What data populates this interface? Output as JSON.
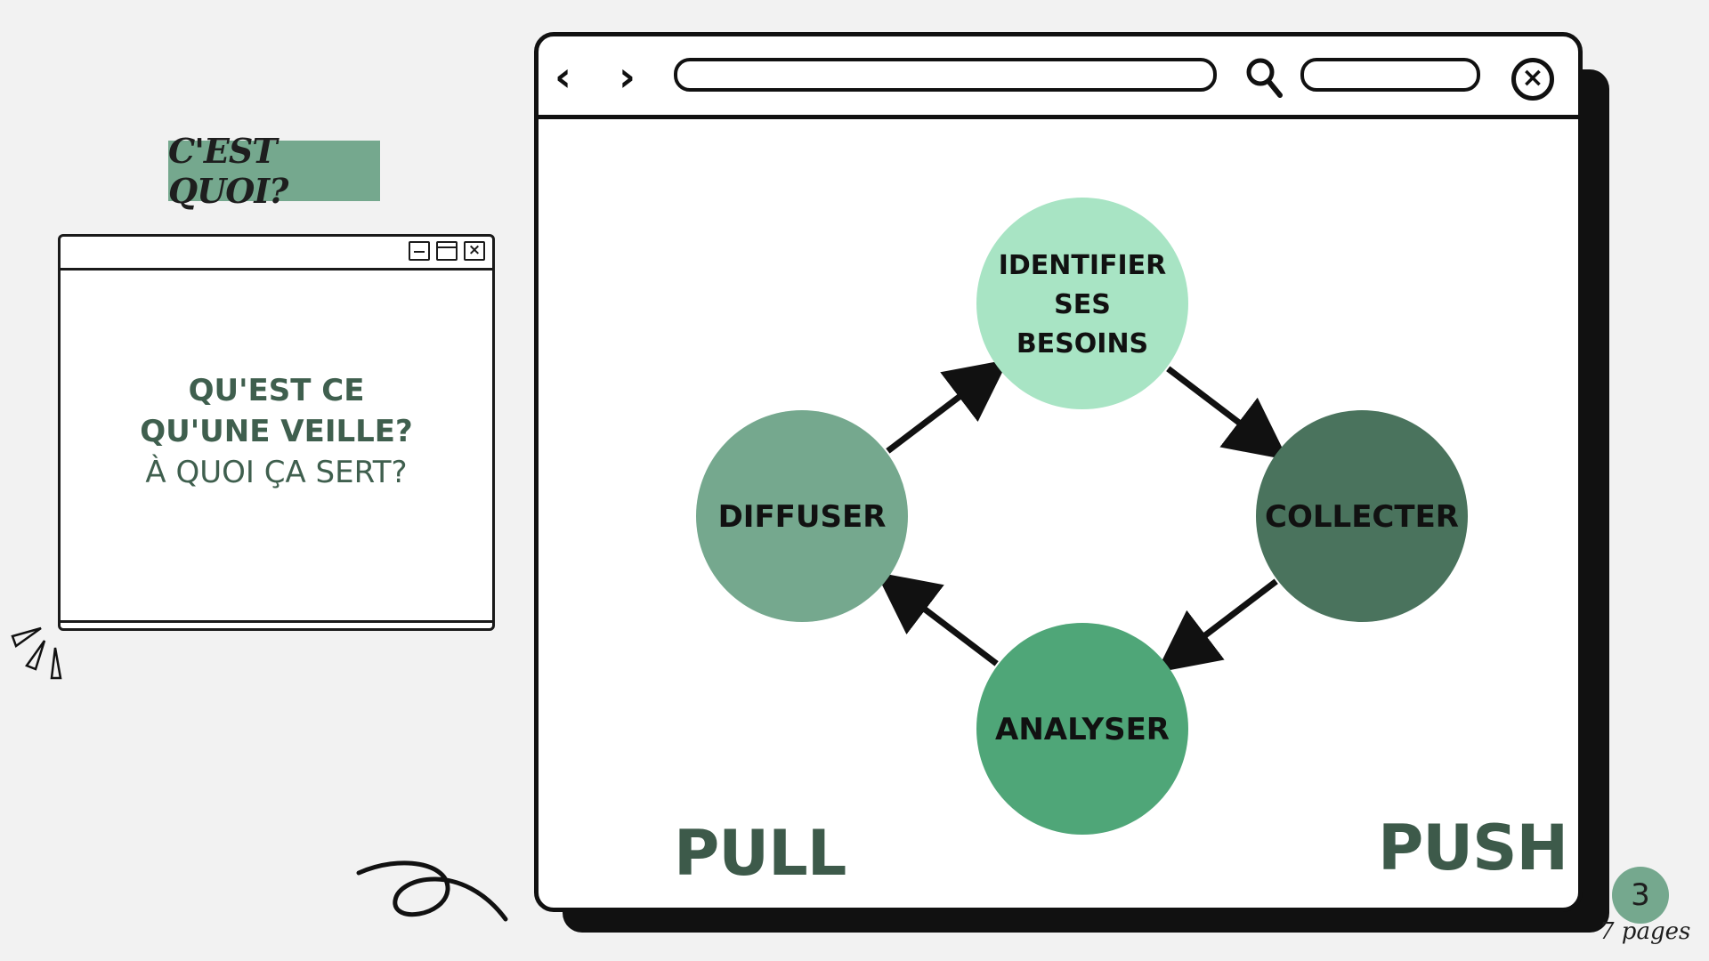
{
  "tag": {
    "label": "C'EST QUOI?"
  },
  "info_window": {
    "line1": "QU'EST CE",
    "line2": "QU'UNE VEILLE?",
    "line3": "À QUOI ÇA SERT?"
  },
  "browser": {
    "back_icon": "chevron-left-icon",
    "forward_icon": "chevron-right-icon",
    "search_icon": "search-icon",
    "close_icon": "close-circle-icon"
  },
  "cycle": {
    "nodes": [
      {
        "id": "identifier",
        "lines": [
          "IDENTIFIER",
          "SES",
          "BESOINS"
        ],
        "color": "#a8e4c4"
      },
      {
        "id": "collecter",
        "lines": [
          "COLLECTER"
        ],
        "color": "#4a735d"
      },
      {
        "id": "analyser",
        "lines": [
          "ANALYSER"
        ],
        "color": "#4fa678"
      },
      {
        "id": "diffuser",
        "lines": [
          "DIFFUSER"
        ],
        "color": "#75a88e"
      }
    ],
    "flow": [
      "identifier",
      "collecter",
      "analyser",
      "diffuser",
      "identifier"
    ]
  },
  "labels": {
    "pull": "PULL",
    "push": "PUSH"
  },
  "pagination": {
    "page": "3",
    "total_note": "7 pages"
  },
  "colors": {
    "dark_green": "#3d5a4a",
    "tag_green": "#75a88e",
    "background": "#f2f2f2"
  }
}
